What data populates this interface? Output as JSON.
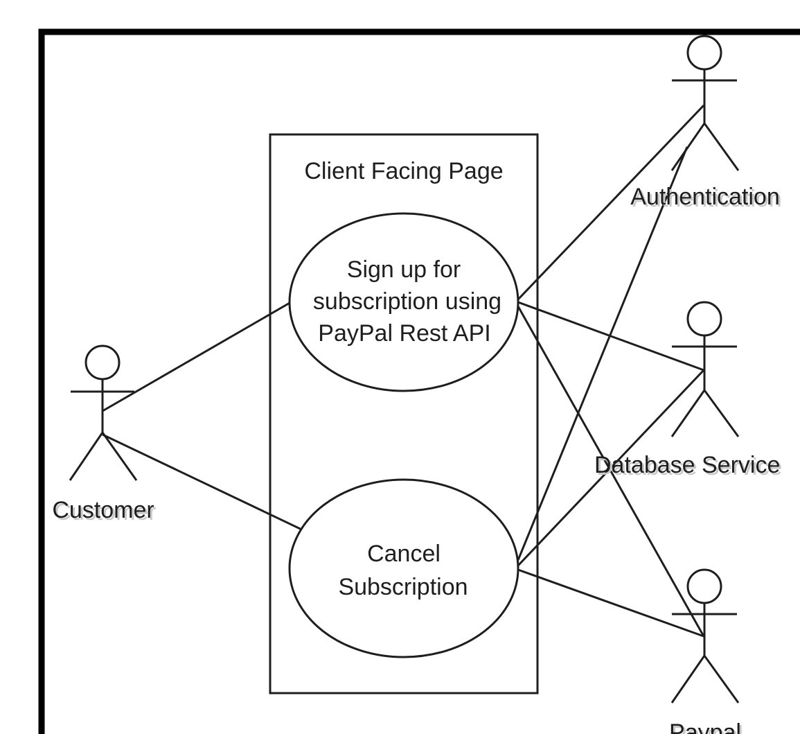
{
  "boundary": {
    "title": "Client Facing Page"
  },
  "use_cases": [
    {
      "id": "signup",
      "lines": [
        "Sign up for",
        "subscription using",
        "PayPal Rest API"
      ]
    },
    {
      "id": "cancel",
      "lines": [
        "Cancel",
        "Subscription"
      ]
    }
  ],
  "actors": [
    {
      "id": "customer",
      "label": "Customer"
    },
    {
      "id": "authentication",
      "label": "Authentication"
    },
    {
      "id": "database",
      "label": "Database Service"
    },
    {
      "id": "paypal",
      "label": "Paypal"
    }
  ],
  "associations": [
    {
      "from": "customer",
      "to": "signup"
    },
    {
      "from": "customer",
      "to": "cancel"
    },
    {
      "from": "signup",
      "to": "authentication"
    },
    {
      "from": "signup",
      "to": "database"
    },
    {
      "from": "signup",
      "to": "paypal"
    },
    {
      "from": "cancel",
      "to": "authentication"
    },
    {
      "from": "cancel",
      "to": "database"
    },
    {
      "from": "cancel",
      "to": "paypal"
    }
  ],
  "colors": {
    "frame": "#000000",
    "stroke": "#1e1e1e",
    "background": "#ffffff"
  }
}
